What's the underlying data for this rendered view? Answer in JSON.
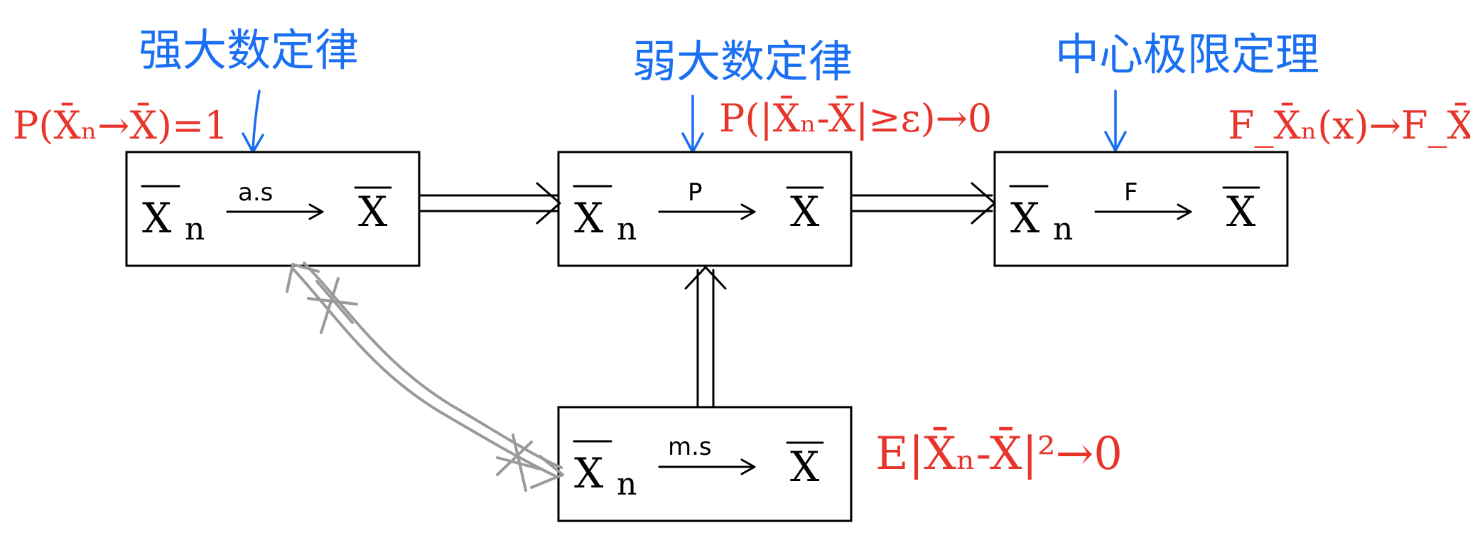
{
  "nodes": {
    "as": {
      "var": "X",
      "sub": "n",
      "mode": "a.s",
      "target": "X"
    },
    "p": {
      "var": "X",
      "sub": "n",
      "mode": "P",
      "target": "X"
    },
    "f": {
      "var": "X",
      "sub": "n",
      "mode": "F",
      "target": "X"
    },
    "ms": {
      "var": "X",
      "sub": "n",
      "mode": "m.s",
      "target": "X"
    }
  },
  "theorems": {
    "strong_lln": "强大数定律",
    "weak_lln": "弱大数定律",
    "clt": "中心极限定理"
  },
  "formulas": {
    "as": "P(X̄ₙ→X̄)=1",
    "p": "P(|X̄ₙ-X̄|≥ε)→0",
    "f": "F_X̄ₙ(x)→F_X̄(x)",
    "ms": "E|X̄ₙ-X̄|²→0"
  },
  "colors": {
    "node_ink": "#000000",
    "theorem": "#1a6ff2",
    "formula": "#e8352b",
    "negated_arrow": "#9a9a9a"
  }
}
